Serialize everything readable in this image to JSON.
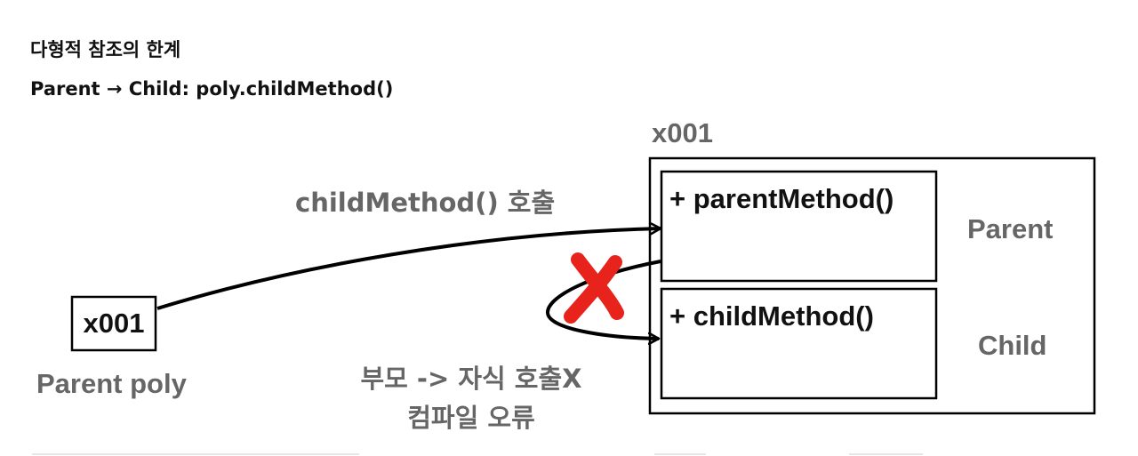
{
  "header": {
    "title": "다형적 참조의 한계",
    "subtitle": "Parent → Child: poly.childMethod()"
  },
  "variable": {
    "value": "x001",
    "label": "Parent poly"
  },
  "instance": {
    "address": "x001",
    "parent_section": {
      "method": "+ parentMethod()",
      "label": "Parent"
    },
    "child_section": {
      "method": "+ childMethod()",
      "label": "Child"
    }
  },
  "arrows": {
    "call_label": "childMethod() 호출",
    "error_line1": "부모 -> 자식 호출X",
    "error_line2": "컴파일 오류"
  },
  "colors": {
    "text_gray": "#666666",
    "text_black": "#111111",
    "cross_red": "#e8231b"
  },
  "icons": {
    "error": "red-x-cross-icon"
  }
}
